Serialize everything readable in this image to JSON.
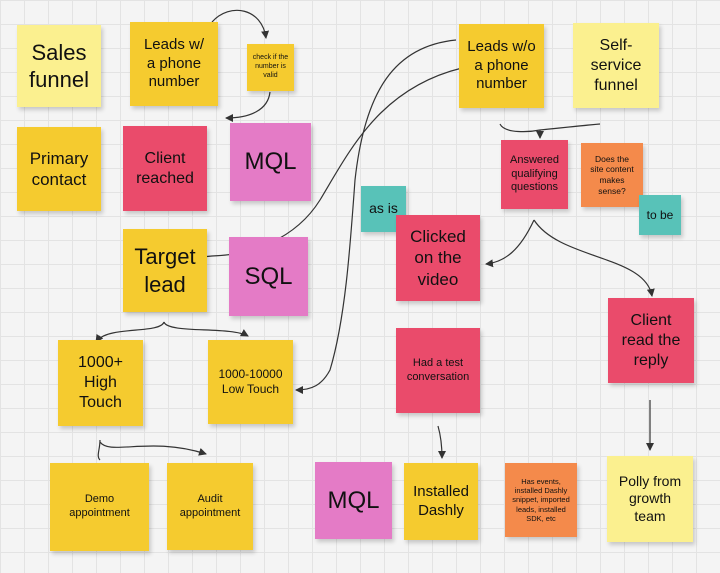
{
  "notes": {
    "sales_funnel": "Sales\nfunnel",
    "leads_with_phone": "Leads w/\na phone\nnumber",
    "check_number": "check if the\nnumber is\nvalid",
    "leads_without_phone": "Leads w/o\na phone\nnumber",
    "self_service_funnel": "Self-\nservice\nfunnel",
    "primary_contact": "Primary\ncontact",
    "client_reached": "Client\nreached",
    "mql_top": "MQL",
    "answered_questions": "Answered\nqualifying\nquestions",
    "site_content": "Does the\nsite content\nmakes\nsense?",
    "to_be": "to be",
    "as_is": "as is",
    "clicked_video": "Clicked\non the\nvideo",
    "target_lead": "Target\nlead",
    "sql": "SQL",
    "client_read_reply": "Client\nread the\nreply",
    "high_touch": "1000+\nHigh\nTouch",
    "low_touch": "1000-10000\nLow Touch",
    "test_conversation": "Had a test\nconversation",
    "demo_appointment": "Demo\nappointment",
    "audit_appointment": "Audit\nappointment",
    "mql_bottom": "MQL",
    "installed_dashly": "Installed\nDashly",
    "has_events": "Has events,\ninstalled Dashly\nsnippet, imported\nleads, installed\nSDK, etc",
    "polly_growth": "Polly from\ngrowth\nteam"
  },
  "colors": {
    "yellow": "#f5cb2f",
    "light_yellow": "#fbf08f",
    "red": "#ea4b6b",
    "pink": "#e47bc6",
    "orange": "#f48a4b",
    "teal": "#58c2b8",
    "connector": "#333333"
  }
}
